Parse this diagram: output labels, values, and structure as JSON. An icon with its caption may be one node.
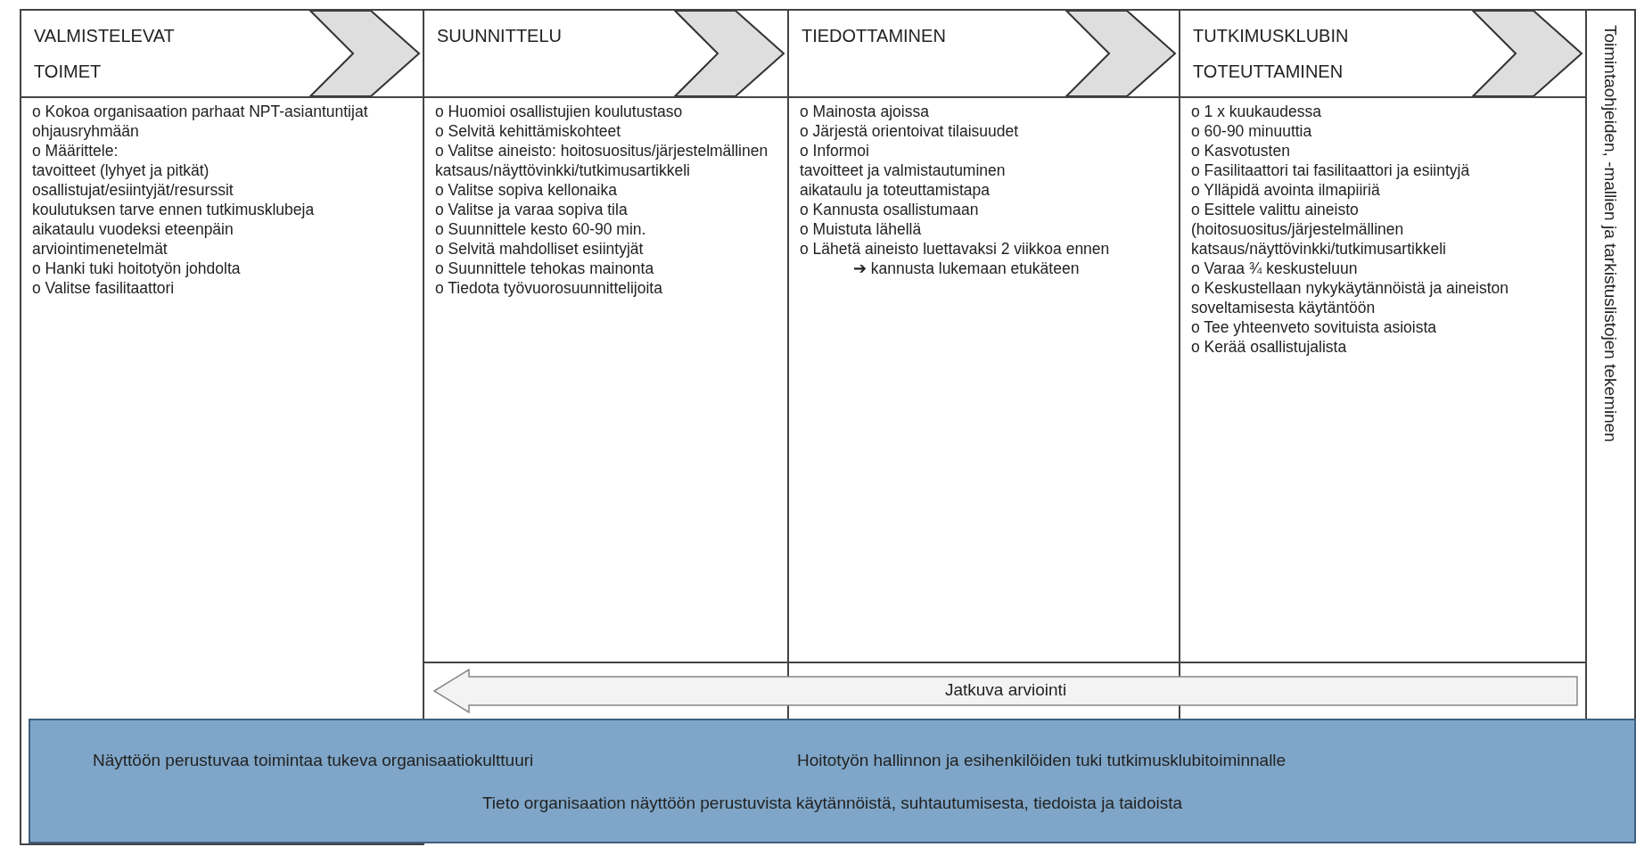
{
  "diagram": {
    "nodes": [
      {
        "text": [
          "VALMISTELEVAT TOIMET"
        ]
      },
      {
        "text": [
          "SUUNNITTELU"
        ]
      },
      {
        "text": [
          "TIEDOTTAMINEN"
        ]
      },
      {
        "text": [
          "TUTKIMUSKLUBIN TOTEUTTAMINEN"
        ]
      },
      {
        "text": [
          "o Kokoa organisaation parhaat NPT-asiantuntijat ohjausryhmään",
          "o Määrittele:",
          "tavoitteet (lyhyet ja pitkät)",
          "osallistujat/esiintyjät/resurssit",
          "koulutuksen tarve ennen tutkimusklubeja",
          "aikataulu vuodeksi eteenpäin",
          "arviointimenetelmät",
          "o Hanki tuki hoitotyön johdolta",
          "o Valitse fasilitaattori"
        ]
      },
      {
        "text": [
          "o Huomioi osallistujien koulutustaso",
          "o Selvitä kehittämiskohteet",
          "o Valitse aineisto: hoitosuositus/järjestelmällinen katsaus/näyttövinkki/tutkimusartikkeli",
          "o Valitse sopiva kellonaika",
          "o Valitse ja varaa sopiva tila",
          "o Suunnittele kesto 60-90 min.",
          "o Selvitä mahdolliset esiintyjät",
          "o Suunnittele tehokas mainonta",
          "o Tiedota työvuorosuunnittelijoita"
        ]
      },
      {
        "text": [
          "o Mainosta ajoissa",
          "o Järjestä orientoivat tilaisuudet",
          "o Informoi",
          "tavoitteet ja valmistautuminen",
          "aikataulu ja toteuttamistapa",
          "o Kannusta osallistumaan",
          "o Muistuta lähellä",
          "o Lähetä aineisto luettavaksi 2 viikkoa ennen",
          "➔ kannusta lukemaan etukäteen"
        ]
      },
      {
        "text": [
          "o 1 x kuukaudessa",
          "o 60-90 minuuttia",
          "o Kasvotusten",
          "o Fasilitaattori tai fasilitaattori ja esiintyjä",
          "o Ylläpidä avointa ilmapiiriä",
          "o Esittele valittu aineisto (hoitosuositus/järjestelmällinen katsaus/näyttövinkki/tutkimusartikkeli",
          "o Varaa ¾ keskusteluun",
          "o Keskustellaan nykykäytännöistä ja aineiston soveltamisesta käytäntöön",
          "o Tee yhteenveto sovituista asioista",
          "o Kerää osallistujalista"
        ]
      },
      {
        "text": [
          "Toimintaohjeiden, -mallien ja tarkistuslistojen tekeminen"
        ]
      },
      {
        "text": [
          "Jatkuva arviointi"
        ]
      },
      {
        "text": [
          "Näyttöön perustuvaa toimintaa tukeva organisaatiokulttuuri",
          "Hoitotyön hallinnon ja esihenkilöiden tuki tutkimusklubitoiminnalle",
          "Tieto organisaation näyttöön perustuvista käytännöistä, suhtautumisesta, tiedoista ja taidoista"
        ]
      }
    ]
  }
}
